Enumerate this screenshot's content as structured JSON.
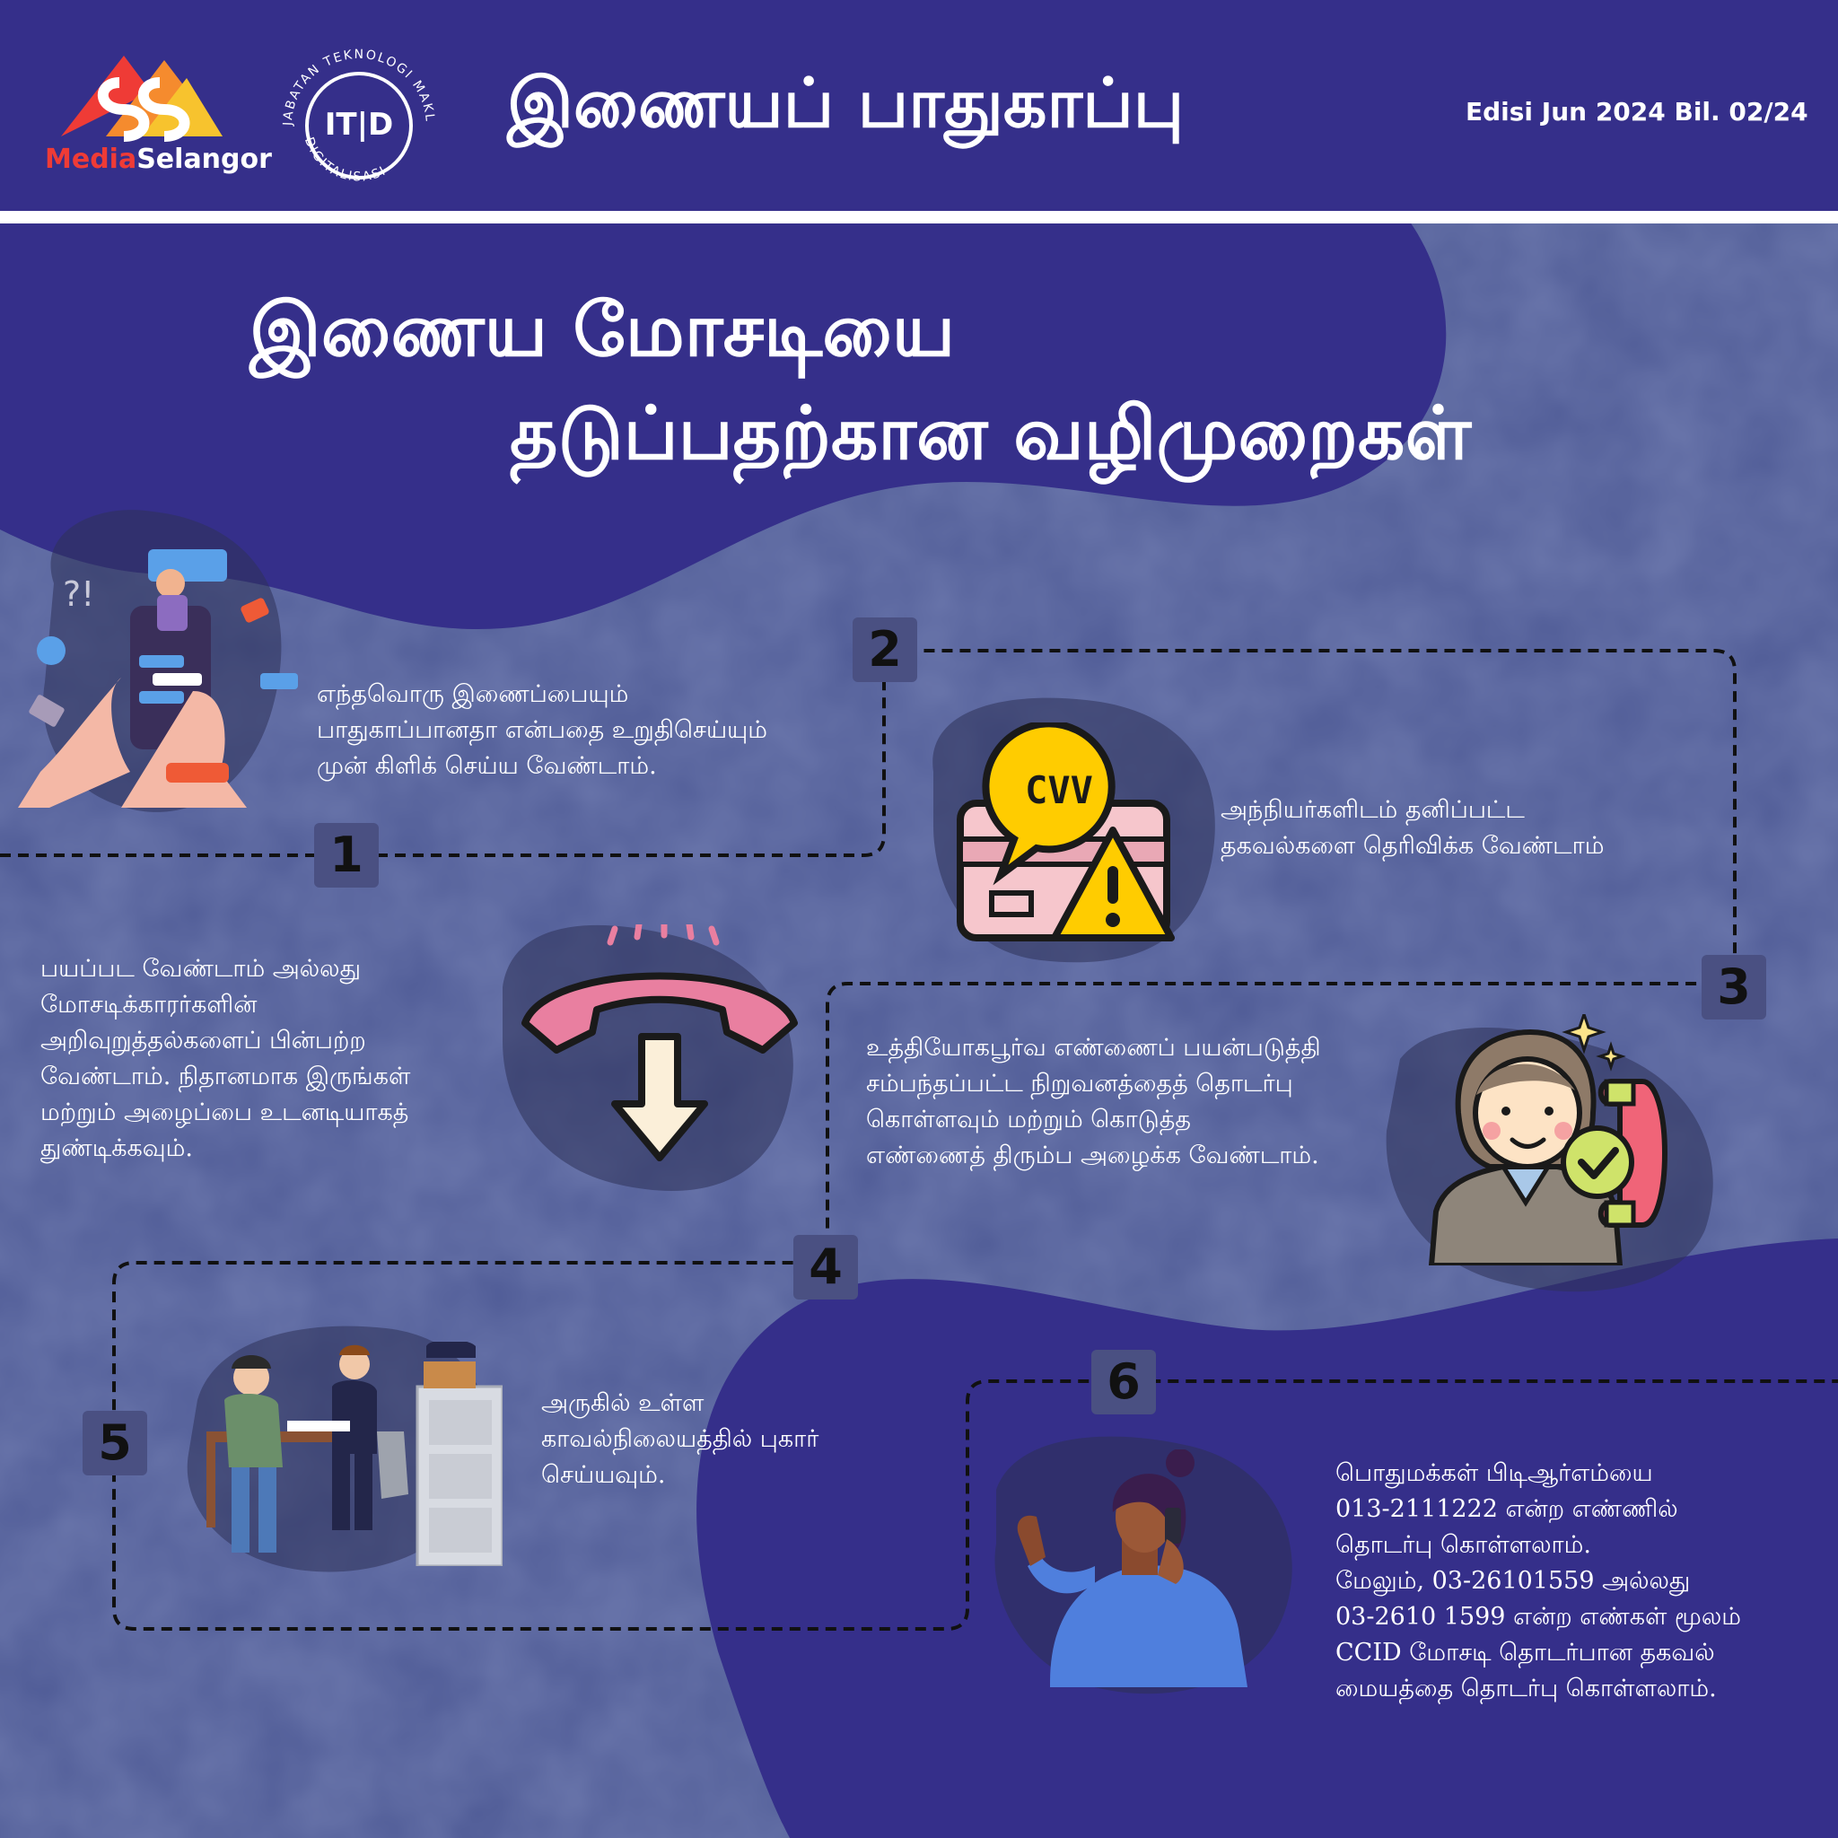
{
  "header": {
    "logo_media": "Media",
    "logo_selangor": "Selangor",
    "itd_monogram": "IT|D",
    "itd_ring_top": "JABATAN TEKNOLOGI MAKLUMAT",
    "itd_ring_bottom": "DIGITALISASI",
    "title": "இணையப் பாதுகாப்பு",
    "edition": "Edisi Jun 2024 Bil. 02/24"
  },
  "headline": {
    "line1": "இணைய மோசடியை",
    "line2": "தடுப்பதற்கான வழிமுறைகள்"
  },
  "steps": [
    {
      "number": "1",
      "icon": "phone-scam-icon",
      "lines": [
        "எந்தவொரு இணைப்பையும்",
        "பாதுகாப்பானதா என்பதை உறுதிசெய்யும்",
        "முன் கிளிக் செய்ய வேண்டாம்."
      ]
    },
    {
      "number": "2",
      "icon": "cvv-warning-icon",
      "icon_text": "CVV",
      "lines": [
        "அந்நியர்களிடம் தனிப்பட்ட",
        "தகவல்களை தெரிவிக்க வேண்டாம்"
      ]
    },
    {
      "number": "3",
      "icon": "hang-up-icon",
      "lines": [
        "பயப்பட வேண்டாம் அல்லது",
        "மோசடிக்காரர்களின்",
        "அறிவுறுத்தல்களைப் பின்பற்ற",
        "வேண்டாம். நிதானமாக இருங்கள்",
        "மற்றும் அழைப்பை உடனடியாகத்",
        "துண்டிக்கவும்."
      ]
    },
    {
      "number": "4",
      "icon": "verified-call-icon",
      "lines": [
        "உத்தியோகபூர்வ எண்ணைப் பயன்படுத்தி",
        "சம்பந்தப்பட்ட நிறுவனத்தைத் தொடர்பு",
        "கொள்ளவும் மற்றும் கொடுத்த",
        "எண்ணைத் திரும்ப அழைக்க வேண்டாம்."
      ]
    },
    {
      "number": "5",
      "icon": "police-report-icon",
      "lines": [
        "அருகில் உள்ள",
        "காவல்நிலையத்தில் புகார்",
        "செய்யவும்."
      ]
    },
    {
      "number": "6",
      "icon": "woman-phone-icon",
      "lines": [
        "பொதுமக்கள் பிடிஆர்எம்யை",
        "013-2111222 என்ற எண்ணில்",
        "தொடர்பு கொள்ளலாம்.",
        "மேலும், 03-26101559 அல்லது",
        "03-2610 1599 என்ற எண்கள் மூலம்",
        "CCID மோசடி தொடர்பான தகவல்",
        "மையத்தை தொடர்பு கொள்ளலாம்."
      ]
    }
  ],
  "colors": {
    "navy": "#352f8a",
    "slate": "#4f5b96",
    "badge": "#4a5082",
    "brand_red": "#ef3b36",
    "warning_yellow": "#ffcc00",
    "phone_pink": "#e97fa0"
  }
}
